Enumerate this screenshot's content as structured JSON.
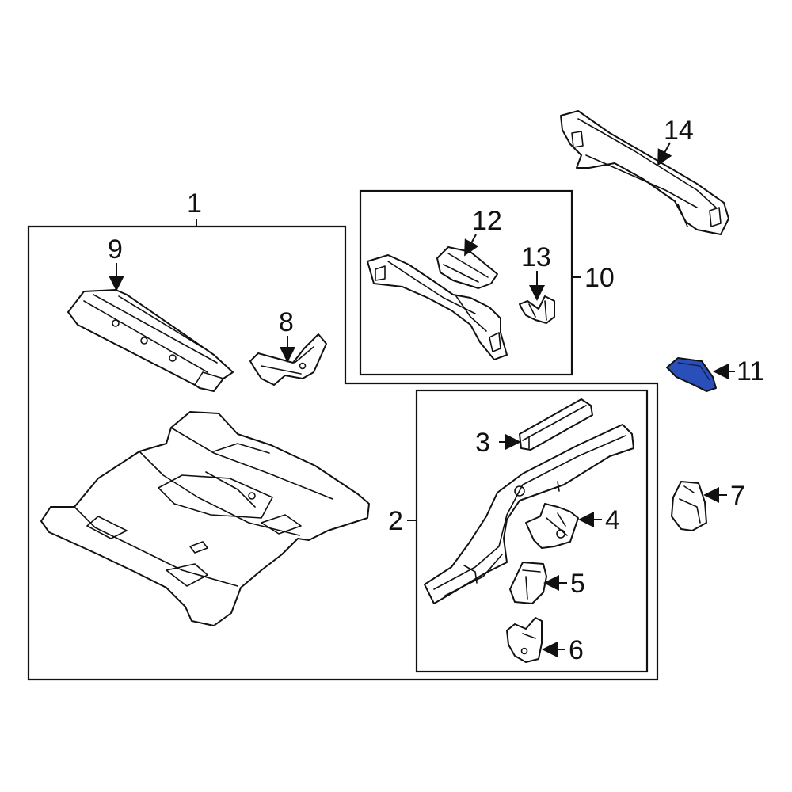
{
  "callouts": {
    "c1": "1",
    "c2": "2",
    "c3": "3",
    "c4": "4",
    "c5": "5",
    "c6": "6",
    "c7": "7",
    "c8": "8",
    "c9": "9",
    "c10": "10",
    "c11": "11",
    "c12": "12",
    "c13": "13",
    "c14": "14"
  },
  "colors": {
    "line": "#111111",
    "background": "#ffffff",
    "highlight_part": "#2a4fb8"
  },
  "highlighted_part": "11"
}
